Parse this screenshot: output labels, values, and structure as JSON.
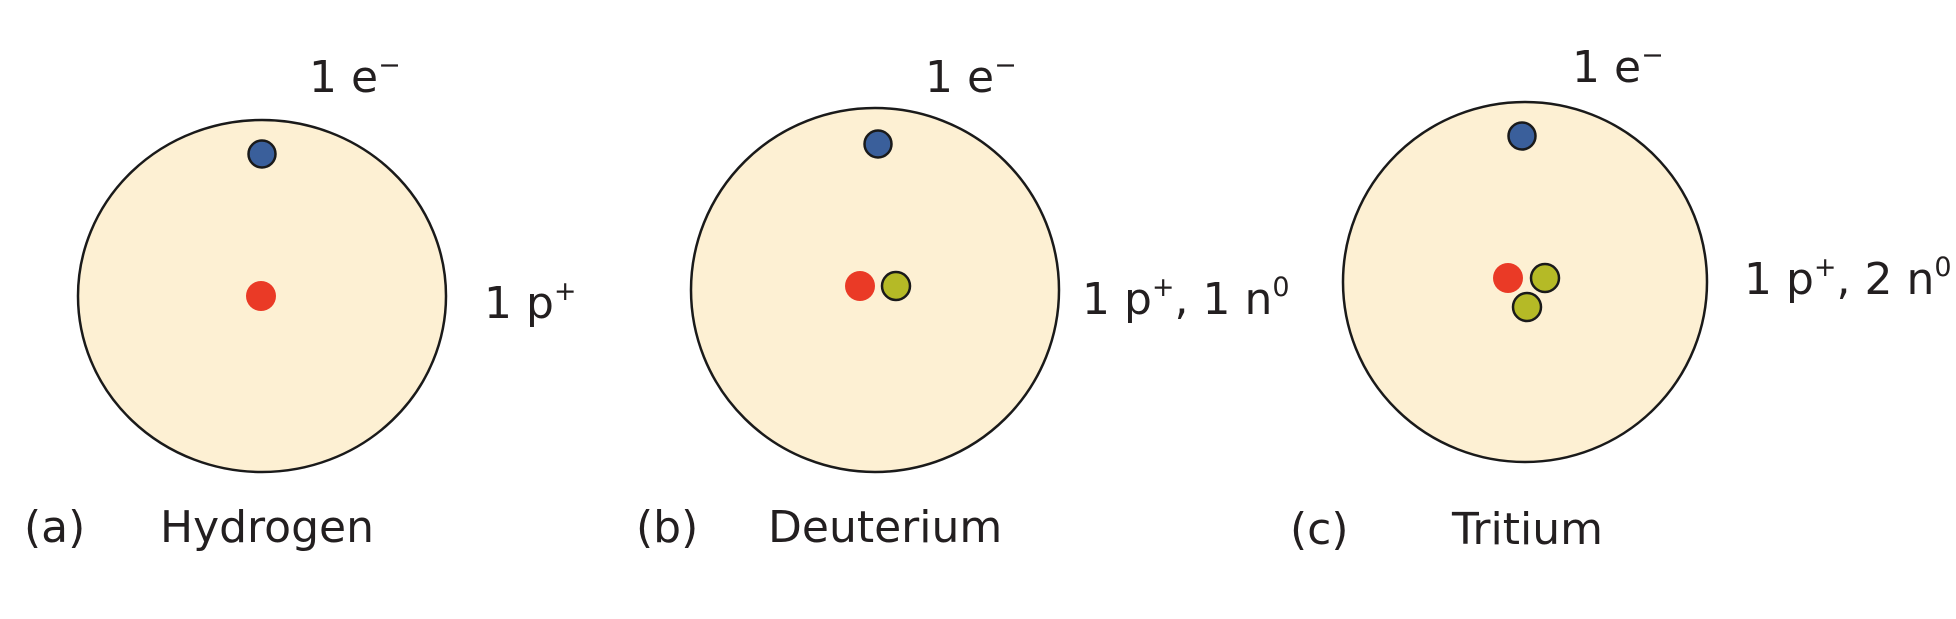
{
  "colors": {
    "atom_fill": "#fdf0d3",
    "atom_stroke": "#1a1a1a",
    "electron": "#3a5f9b",
    "proton": "#ea3a26",
    "neutron": "#b5ba26"
  },
  "panels": [
    {
      "letter": "(a)",
      "name": "Hydrogen",
      "electron_label": {
        "text": "1 e",
        "sup": "−"
      },
      "nucleus_label": {
        "p": "1 p",
        "p_sup": "+",
        "n": "",
        "n_sup": ""
      },
      "particles": {
        "electrons": 1,
        "protons": 1,
        "neutrons": 0
      }
    },
    {
      "letter": "(b)",
      "name": "Deuterium",
      "electron_label": {
        "text": "1 e",
        "sup": "−"
      },
      "nucleus_label": {
        "p": "1 p",
        "p_sup": "+",
        "n": ", 1 n",
        "n_sup": "0"
      },
      "particles": {
        "electrons": 1,
        "protons": 1,
        "neutrons": 1
      }
    },
    {
      "letter": "(c)",
      "name": "Tritium",
      "electron_label": {
        "text": "1 e",
        "sup": "−"
      },
      "nucleus_label": {
        "p": "1 p",
        "p_sup": "+",
        "n": ", 2 n",
        "n_sup": "0"
      },
      "particles": {
        "electrons": 1,
        "protons": 1,
        "neutrons": 2
      }
    }
  ]
}
